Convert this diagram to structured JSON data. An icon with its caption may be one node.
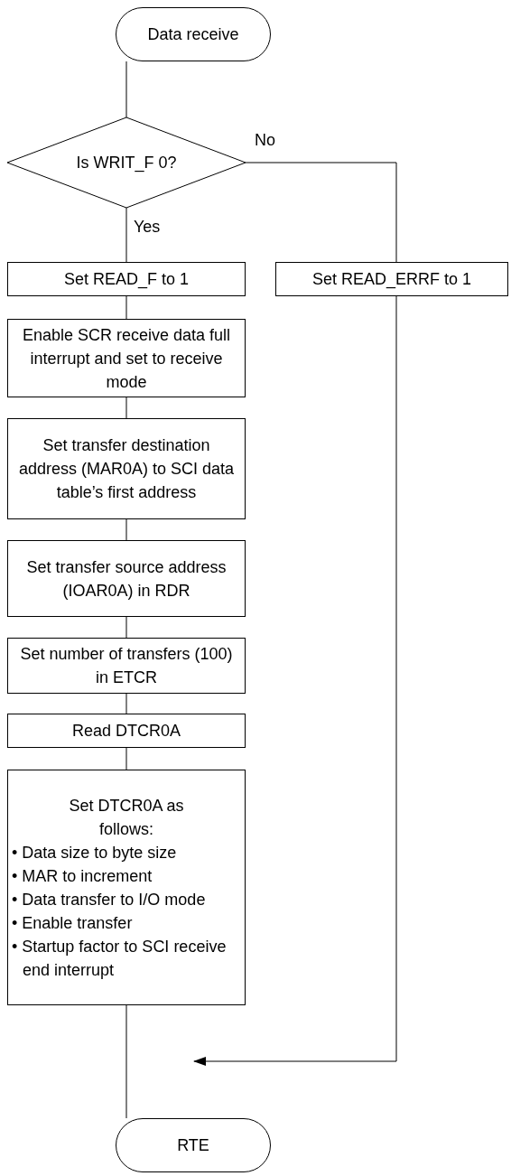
{
  "diagram": {
    "nodes": [
      {
        "text": [
          "Data receive"
        ]
      },
      {
        "text": [
          "Is WRIT_F 0?"
        ]
      },
      {
        "text": [
          "Set READ_F to 1"
        ]
      },
      {
        "text": [
          "Set READ_ERRF to 1"
        ]
      },
      {
        "text": [
          "Enable SCR receive data full interrupt and set to receive mode"
        ]
      },
      {
        "text": [
          "Set transfer destination address (MAR0A) to SCI data table’s first address"
        ]
      },
      {
        "text": [
          "Set transfer source address (IOAR0A) in RDR"
        ]
      },
      {
        "text": [
          "Set number of transfers (100) in ETCR"
        ]
      },
      {
        "text": [
          "Read DTCR0A"
        ]
      },
      {
        "text": [
          "Set DTCR0A as follows:",
          "• Data size to byte size",
          "• MAR to increment",
          "• Data transfer to I/O mode",
          "• Enable transfer",
          "• Startup factor to SCI receive end interrupt"
        ]
      },
      {
        "text": [
          "RTE"
        ]
      }
    ],
    "edges": [
      {
        "from": 0,
        "to": 1,
        "arrow": "none"
      },
      {
        "from": 1,
        "to": 2,
        "arrow": "none",
        "label": "Yes"
      },
      {
        "from": 1,
        "to": 3,
        "arrow": "none",
        "label": "No"
      },
      {
        "from": 2,
        "to": 4,
        "arrow": "none"
      },
      {
        "from": 4,
        "to": 5,
        "arrow": "none"
      },
      {
        "from": 5,
        "to": 6,
        "arrow": "none"
      },
      {
        "from": 6,
        "to": 7,
        "arrow": "none"
      },
      {
        "from": 7,
        "to": 8,
        "arrow": "none"
      },
      {
        "from": 8,
        "to": 9,
        "arrow": "none"
      },
      {
        "from": 9,
        "to": 10,
        "arrow": "none"
      },
      {
        "from": 3,
        "to": 10,
        "arrow": "to"
      }
    ]
  }
}
